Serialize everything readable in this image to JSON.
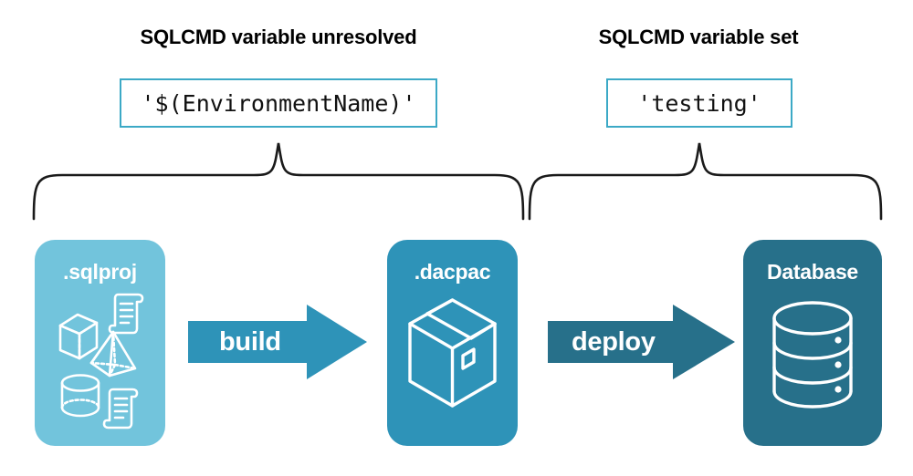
{
  "diagram": {
    "title_left": "SQLCMD variable unresolved",
    "title_right": "SQLCMD variable set",
    "code_left": "'$(EnvironmentName)'",
    "code_right": "'testing'",
    "stages": [
      {
        "id": "sqlproj",
        "label": ".sqlproj",
        "color": "#72c4dc",
        "icon": "project-artifacts-icon"
      },
      {
        "id": "dacpac",
        "label": ".dacpac",
        "color": "#2e93b8",
        "icon": "package-box-icon"
      },
      {
        "id": "database",
        "label": "Database",
        "color": "#27708a",
        "icon": "database-cylinder-icon"
      }
    ],
    "arrows": [
      {
        "id": "build",
        "label": "build",
        "color": "#2e93b8"
      },
      {
        "id": "deploy",
        "label": "deploy",
        "color": "#27708a"
      }
    ],
    "braces": [
      {
        "id": "brace-left",
        "spans": "sqlproj-to-dacpac"
      },
      {
        "id": "brace-right",
        "spans": "dacpac-to-database"
      }
    ],
    "colors": {
      "code_box_border": "#3ca9c6",
      "brace_stroke": "#1a1a1a",
      "background": "#ffffff",
      "heading_text": "#000000",
      "box_text": "#ffffff"
    }
  }
}
